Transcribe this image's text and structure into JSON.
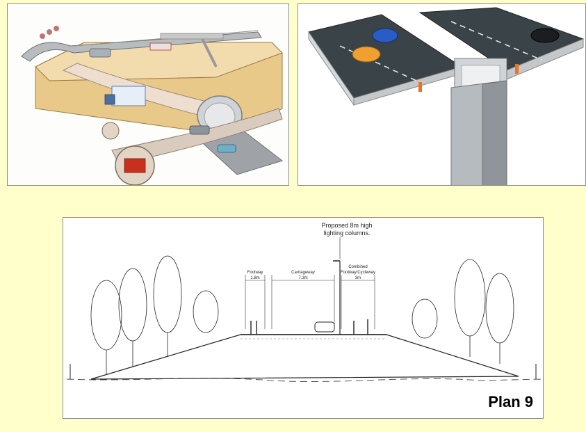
{
  "plan": {
    "lighting_note_line1": "Proposed 8m high",
    "lighting_note_line2": "lighting columns.",
    "footway_label": "Footway",
    "footway_width": "1.8m",
    "carriageway_label": "Carriageway",
    "carriageway_width": "7.3m",
    "combined_label1": "Combined",
    "combined_label2": "Footway/Cycleway",
    "combined_width": "3m",
    "plan_label": "Plan 9"
  },
  "colors": {
    "page_background": "#FFFFCC",
    "road_asphalt": "#3a4347",
    "tunnel_earth": "#e8c98a",
    "vehicle_blue": "#2a5cc7",
    "vehicle_orange": "#f0a030"
  }
}
